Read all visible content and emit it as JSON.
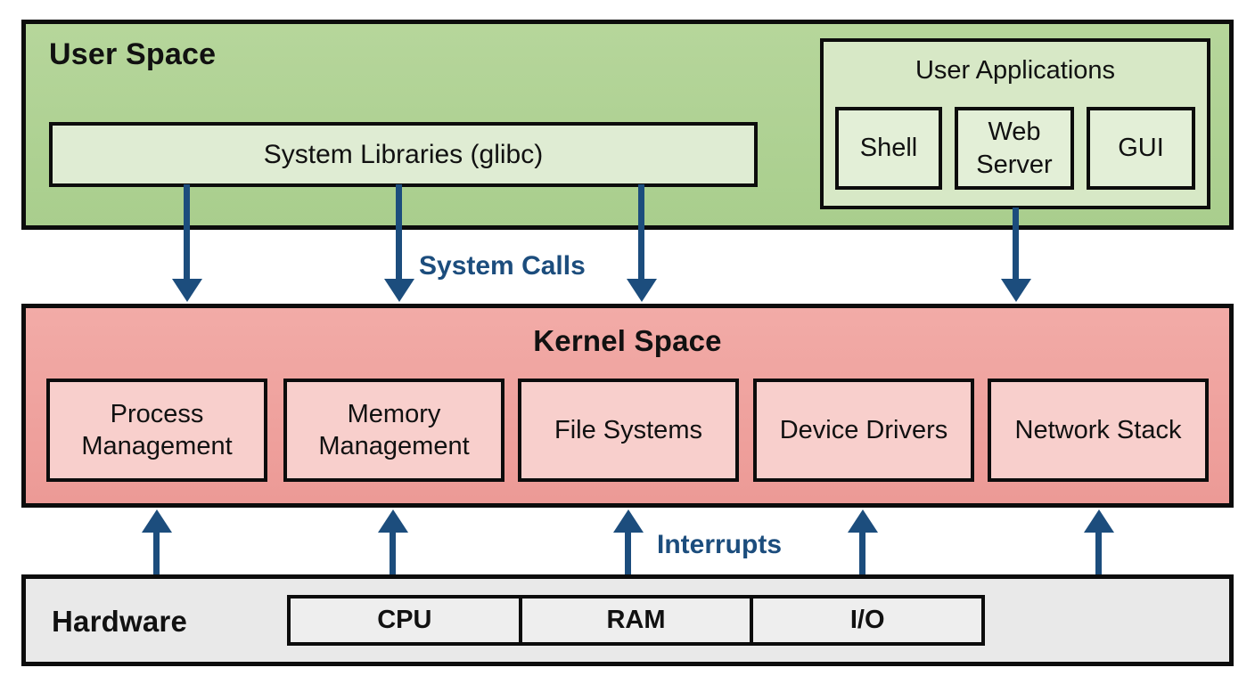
{
  "colors": {
    "green-fill": "#b6d69b",
    "green-light": "#dfecd3",
    "green-cell": "#e3efd7",
    "pink-fill": "#f2aba7",
    "pink-cell": "#f8cfcc",
    "gray-fill": "#e9e9e9",
    "navy": "#1c4d7d",
    "line": "#0c0c0c"
  },
  "user_space": {
    "title": "User Space",
    "system_libraries": "System Libraries (glibc)",
    "user_applications": {
      "title": "User Applications",
      "apps": [
        "Shell",
        "Web Server",
        "GUI"
      ]
    }
  },
  "flows": {
    "system_calls": "System Calls",
    "interrupts": "Interrupts"
  },
  "kernel_space": {
    "title": "Kernel Space",
    "modules": [
      "Process Management",
      "Memory Management",
      "File Systems",
      "Device Drivers",
      "Network Stack"
    ]
  },
  "hardware": {
    "title": "Hardware",
    "components": [
      "CPU",
      "RAM",
      "I/O"
    ]
  }
}
